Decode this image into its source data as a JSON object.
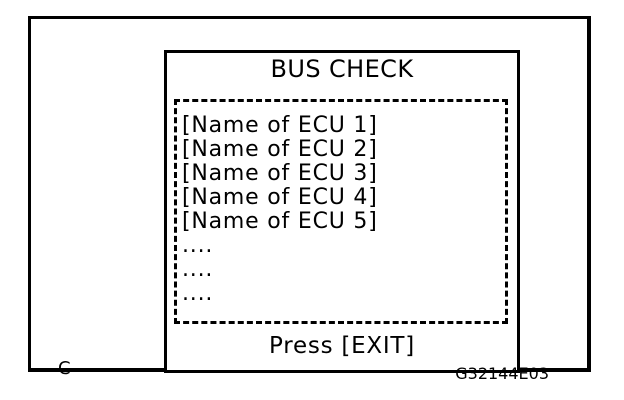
{
  "figure": {
    "corner_label": "C",
    "code": "G32144E03",
    "colors": {
      "line": "#000000",
      "background": "#ffffff"
    }
  },
  "screen": {
    "title": "BUS CHECK",
    "ecu_list": [
      "[Name of ECU 1]",
      "[Name of ECU 2]",
      "[Name of ECU 3]",
      "[Name of ECU 4]",
      "[Name of ECU 5]",
      "....",
      "....",
      "...."
    ],
    "footer_instruction": "Press [EXIT]"
  }
}
